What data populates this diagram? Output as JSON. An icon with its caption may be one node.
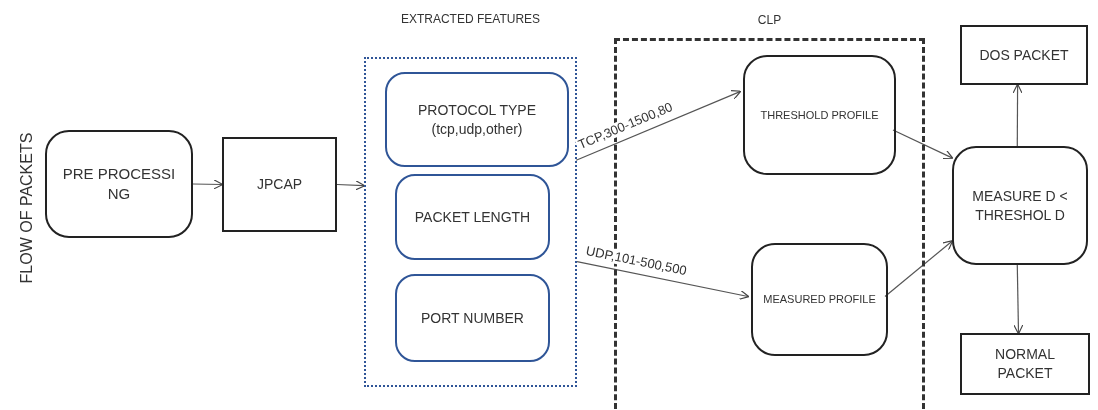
{
  "diagram": {
    "nodes": [
      {
        "text": [
          "PRE PROCESSI NG"
        ]
      },
      {
        "text": [
          "JPCAP"
        ]
      },
      {
        "text": [
          "EXTRACTED FEATURES"
        ]
      },
      {
        "text": [
          "PROTOCOL TYPE (tcp,udp,other)"
        ],
        "in": 2
      },
      {
        "text": [
          "PACKET LENGTH"
        ],
        "in": 2
      },
      {
        "text": [
          "PORT NUMBER"
        ],
        "in": 2
      },
      {
        "text": [
          "CLP"
        ]
      },
      {
        "text": [
          "THRESHOLD PROFILE"
        ],
        "in": 6
      },
      {
        "text": [
          "MEASURED PROFILE"
        ],
        "in": 6
      },
      {
        "text": [
          "MEASURE D < THRESHOL D"
        ]
      },
      {
        "text": [
          "DOS PACKET"
        ]
      },
      {
        "text": [
          "NORMAL PACKET"
        ]
      }
    ],
    "edges": [
      {
        "from": 0,
        "to": 1,
        "arrow": "to"
      },
      {
        "from": 1,
        "to": 2,
        "arrow": "to"
      },
      {
        "from": 3,
        "to": 7,
        "arrow": "to",
        "label": "TCP,300-1500,80"
      },
      {
        "from": 2,
        "to": 8,
        "arrow": "to",
        "label": "UDP,101-500,500"
      },
      {
        "from": 7,
        "to": 9,
        "arrow": "to"
      },
      {
        "from": 8,
        "to": 9,
        "arrow": "to"
      },
      {
        "from": 9,
        "to": 10,
        "arrow": "to"
      },
      {
        "from": 9,
        "to": 11,
        "arrow": "to"
      }
    ],
    "labels": [
      "FLOW OF PACKETS"
    ]
  }
}
